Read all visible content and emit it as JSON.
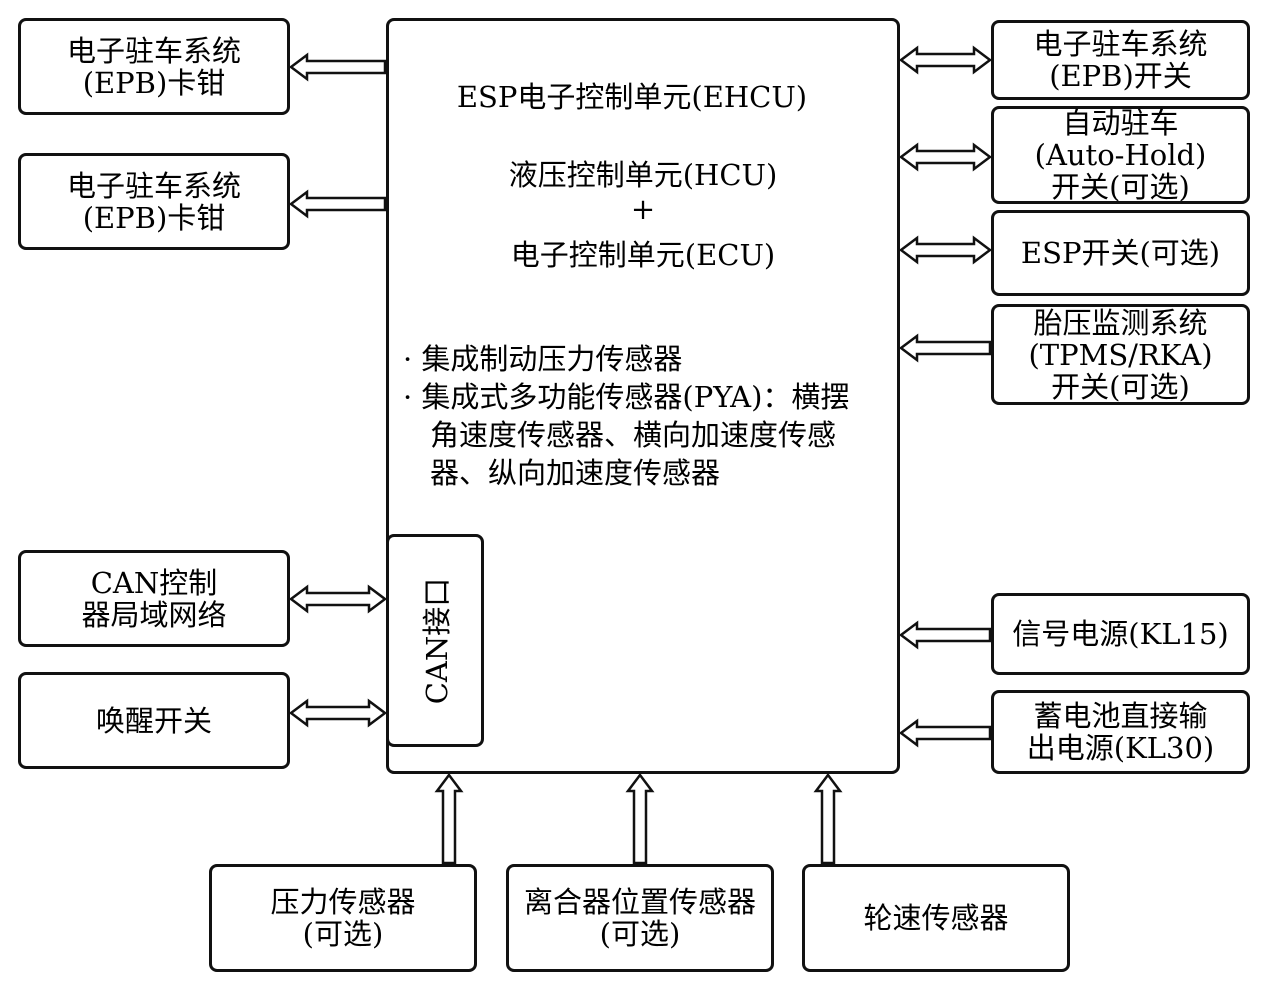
{
  "main_unit": {
    "title": "ESP电子控制单元(EHCU)",
    "hcu": "液压控制单元(HCU)",
    "plus": "+",
    "ecu": "电子控制单元(ECU)",
    "bullet1": "· 集成制动压力传感器",
    "bullet2_line1": "· 集成式多功能传感器(PYA)：横摆",
    "bullet2_line2": "角速度传感器、横向加速度传感",
    "bullet2_line3": "器、纵向加速度传感器",
    "can_interface": "CAN接口"
  },
  "left_boxes": {
    "epb_caliper_1": [
      "电子驻车系统",
      "(EPB)卡钳"
    ],
    "epb_caliper_2": [
      "电子驻车系统",
      "(EPB)卡钳"
    ],
    "can_network": [
      "CAN控制",
      "器局域网络"
    ],
    "wake_switch": [
      "唤醒开关"
    ]
  },
  "right_boxes": {
    "epb_switch": [
      "电子驻车系统",
      "(EPB)开关"
    ],
    "auto_hold": [
      "自动驻车",
      "(Auto-Hold)",
      "开关(可选)"
    ],
    "esp_switch": [
      "ESP开关(可选)"
    ],
    "tpms": [
      "胎压监测系统",
      "(TPMS/RKA)",
      "开关(可选)"
    ],
    "kl15": [
      "信号电源(KL15)"
    ],
    "kl30": [
      "蓄电池直接输",
      "出电源(KL30)"
    ]
  },
  "bottom_boxes": {
    "pressure_sensor": [
      "压力传感器",
      "(可选)"
    ],
    "clutch_sensor": [
      "离合器位置传感器",
      "(可选)"
    ],
    "wheel_speed": [
      "轮速传感器"
    ]
  },
  "colors": {
    "stroke": "#111111",
    "fill": "#ffffff"
  }
}
